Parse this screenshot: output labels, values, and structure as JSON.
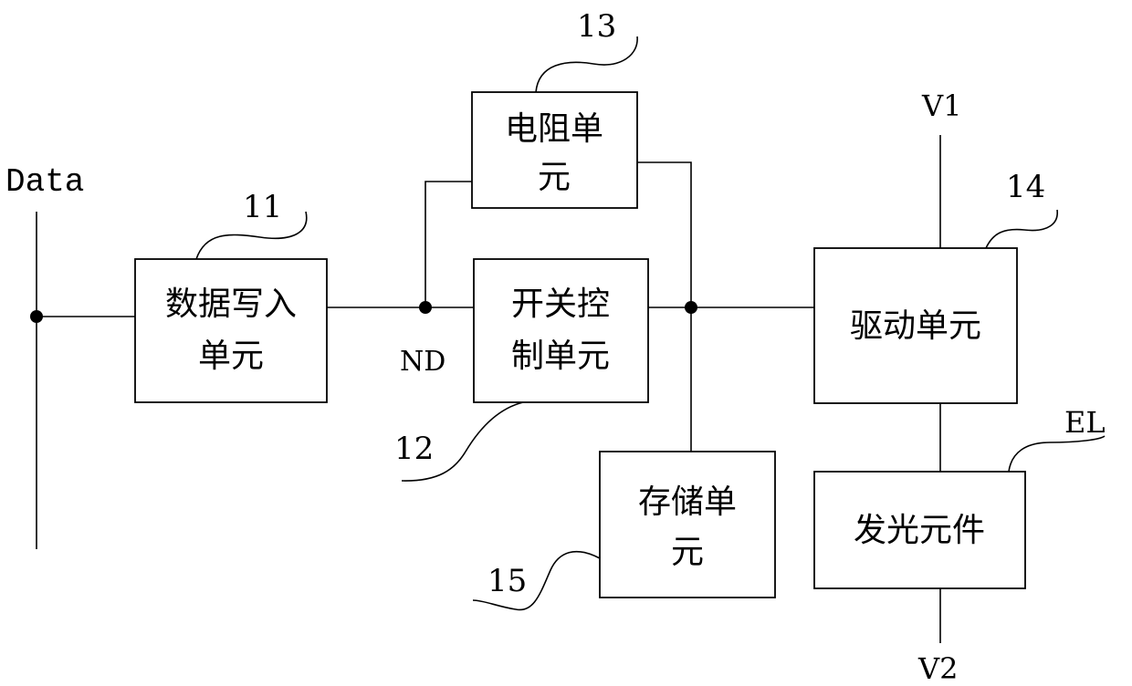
{
  "signals": {
    "data": "Data",
    "nd": "ND",
    "v1": "V1",
    "v2": "V2",
    "el": "EL"
  },
  "blocks": {
    "data_write": {
      "ref": "11",
      "line1": "数据写入",
      "line2": "单元"
    },
    "switch_ctrl": {
      "ref": "12",
      "line1": "开关控",
      "line2": "制单元"
    },
    "resistor": {
      "ref": "13",
      "line1": "电阻单",
      "line2": "元"
    },
    "drive": {
      "ref": "14",
      "line1": "驱动单元"
    },
    "storage": {
      "ref": "15",
      "line1": "存储单",
      "line2": "元"
    },
    "light_emitter": {
      "line1": "发光元件"
    }
  }
}
